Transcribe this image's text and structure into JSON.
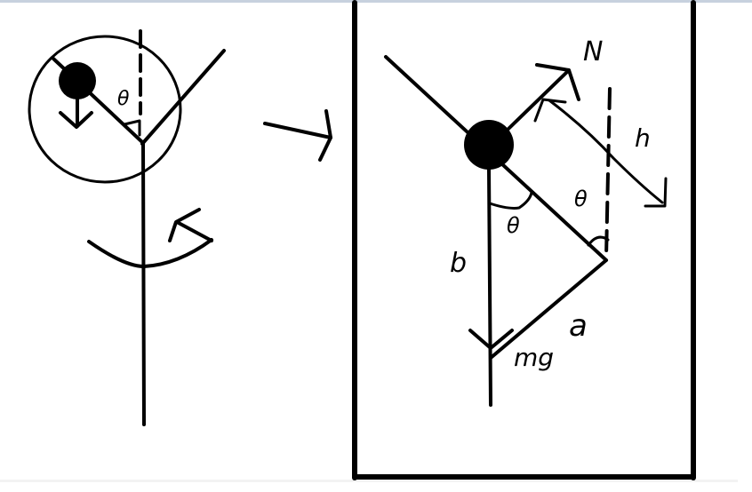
{
  "canvas": {
    "background": "#ffffff",
    "ink": "#000000",
    "top_strip_color": "#c7d1de",
    "bottom_strip_color": "#f3f3f3"
  },
  "left_figure": {
    "description": "Stick figure with a pivoting rod holding a ball, circled region indicates zoom-in",
    "labels": {
      "angle": "θ"
    }
  },
  "transition_arrow": {
    "direction": "right"
  },
  "zoomed_panel": {
    "labels": {
      "normal_force": "N",
      "length_h": "h",
      "angle_top": "θ",
      "angle_left": "θ",
      "side_b": "b",
      "side_a": "a",
      "weight": "mg"
    }
  }
}
